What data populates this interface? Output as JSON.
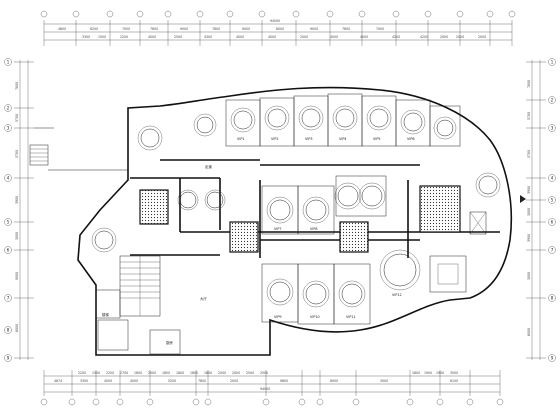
{
  "top_dimensions_outer": [
    "4800",
    "6200",
    "7000",
    "7800",
    "9000",
    "7800",
    "9000",
    "8000",
    "9000",
    "7800",
    "7000"
  ],
  "top_dimensions_inner": [
    "3300",
    "1500",
    "2200",
    "4000",
    "2500",
    "4300",
    "4000",
    "4000",
    "2000",
    "4000",
    "4000",
    "4200",
    "4200",
    "2000",
    "2000",
    "2000"
  ],
  "top_total": "94000",
  "bottom_dimensions_outer": [
    "4874",
    "3300",
    "4000",
    "4000",
    "5200",
    "7800",
    "2000",
    "9800",
    "6000",
    "3000",
    "6100"
  ],
  "bottom_dimensions_inner": [
    "2200",
    "1500",
    "2200",
    "2700",
    "1800",
    "2500",
    "1800",
    "1800",
    "1800",
    "1800",
    "2000",
    "2000",
    "2500",
    "2500",
    "1800",
    "1900",
    "1900",
    "3000"
  ],
  "bottom_total": "94000",
  "left_dimensions": [
    "7800",
    "5700",
    "5700",
    "3900",
    "3000",
    "9000",
    "6000"
  ],
  "right_dimensions": [
    "7800",
    "5700",
    "5700",
    "3900",
    "3000",
    "3900",
    "3000",
    "6000"
  ],
  "grid_left": [
    "1",
    "2",
    "3",
    "4",
    "5",
    "6",
    "7",
    "8",
    "9"
  ],
  "grid_right": [
    "1",
    "2",
    "3",
    "4",
    "5",
    "6",
    "7",
    "8",
    "9"
  ],
  "room_labels": [
    "VIP1",
    "VIP2",
    "VIP3",
    "VIP4",
    "VIP5",
    "VIP6",
    "VIP7",
    "VIP8",
    "VIP9",
    "VIP10",
    "VIP11",
    "VIP12"
  ],
  "corridor_label": "走道",
  "hall_label": "大厅",
  "kitchen_label": "厨房",
  "stair_label": "楼梯"
}
